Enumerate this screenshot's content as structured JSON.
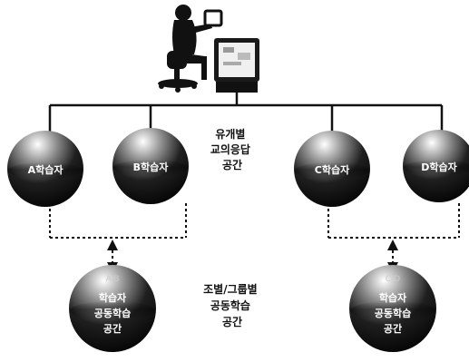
{
  "diagram": {
    "center_top_caption": [
      "유개별",
      "교의응답",
      "공간"
    ],
    "center_bottom_caption": [
      "조별/그룹별",
      "공동학습",
      "공간"
    ],
    "top_nodes": [
      {
        "label": "A학습자"
      },
      {
        "label": "B학습자"
      },
      {
        "label": "C학습자"
      },
      {
        "label": "D학습자"
      }
    ],
    "bottom_nodes": [
      {
        "header": "A-B",
        "lines": [
          "학습자",
          "공동학습",
          "공간"
        ]
      },
      {
        "header": "C-D",
        "lines": [
          "학습자",
          "공동학습",
          "공간"
        ]
      }
    ],
    "colors": {
      "line": "#111111",
      "sphere_dark": "#0b0b0b",
      "sphere_light": "#f2f2f2",
      "text_light": "#ffffff",
      "text_dark": "#111111",
      "monitor_frame": "#1a1a1a",
      "monitor_screen": "#f0f0f0"
    },
    "icons": [
      "teacher-at-computer-icon",
      "monitor-icon",
      "arrow-icon"
    ]
  }
}
